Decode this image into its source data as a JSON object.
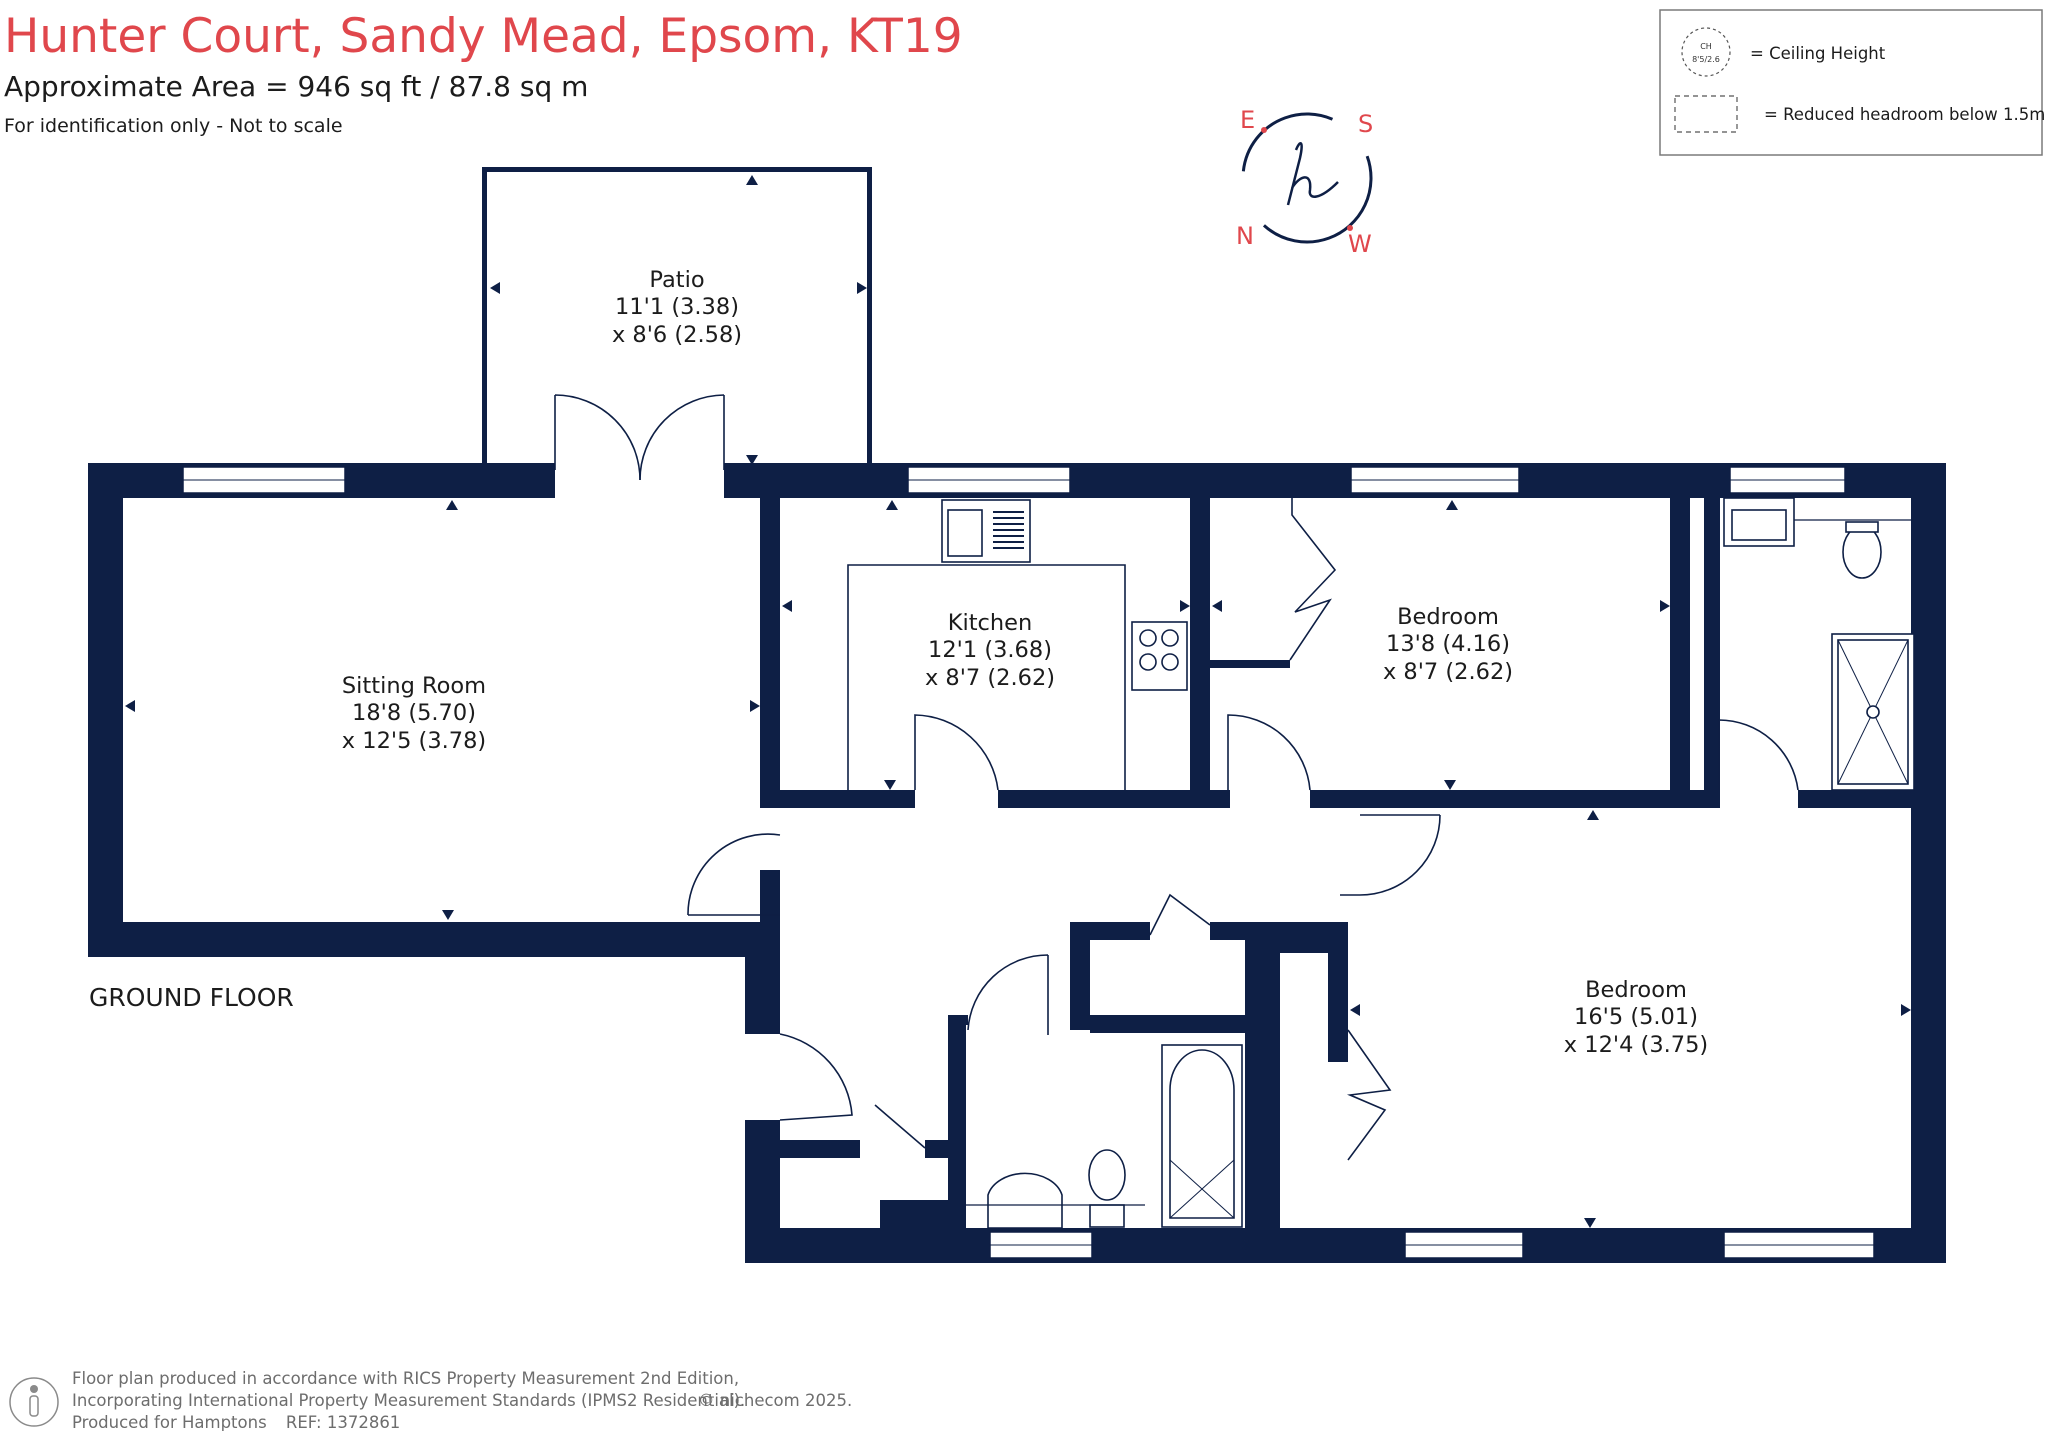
{
  "header": {
    "title": "Hunter Court, Sandy Mead, Epsom, KT19",
    "area": "Approximate Area = 946 sq ft / 87.8 sq m",
    "note": "For identification only - Not to scale"
  },
  "legend": {
    "ceiling_symbol_top": "CH",
    "ceiling_symbol_bottom": "8'5/2.6",
    "ceiling_label": "= Ceiling Height",
    "reduced_label": "= Reduced headroom below 1.5m"
  },
  "compass": {
    "e": "E",
    "s": "S",
    "n": "N",
    "w": "W",
    "logo_letter": "h"
  },
  "rooms": {
    "patio": {
      "name": "Patio",
      "dim1": "11'1 (3.38)",
      "dim2": "x 8'6 (2.58)"
    },
    "sitting": {
      "name": "Sitting Room",
      "dim1": "18'8 (5.70)",
      "dim2": "x 12'5 (3.78)"
    },
    "kitchen": {
      "name": "Kitchen",
      "dim1": "12'1 (3.68)",
      "dim2": "x 8'7 (2.62)"
    },
    "bedroom1": {
      "name": "Bedroom",
      "dim1": "13'8 (4.16)",
      "dim2": "x 8'7 (2.62)"
    },
    "bedroom2": {
      "name": "Bedroom",
      "dim1": "16'5 (5.01)",
      "dim2": "x 12'4 (3.75)"
    }
  },
  "floor_label": "GROUND FLOOR",
  "footer": {
    "line1": "Floor plan produced in accordance with RICS Property Measurement 2nd Edition,",
    "line2": "Incorporating International Property Measurement Standards (IPMS2 Residential).",
    "line3_prefix": "Produced for Hamptons",
    "line3_ref": "REF:  1372861",
    "copyright": "© nichecom 2025."
  },
  "colors": {
    "title": "#e0474c",
    "walls": "#0e1f45",
    "text": "#1c1c1c"
  }
}
